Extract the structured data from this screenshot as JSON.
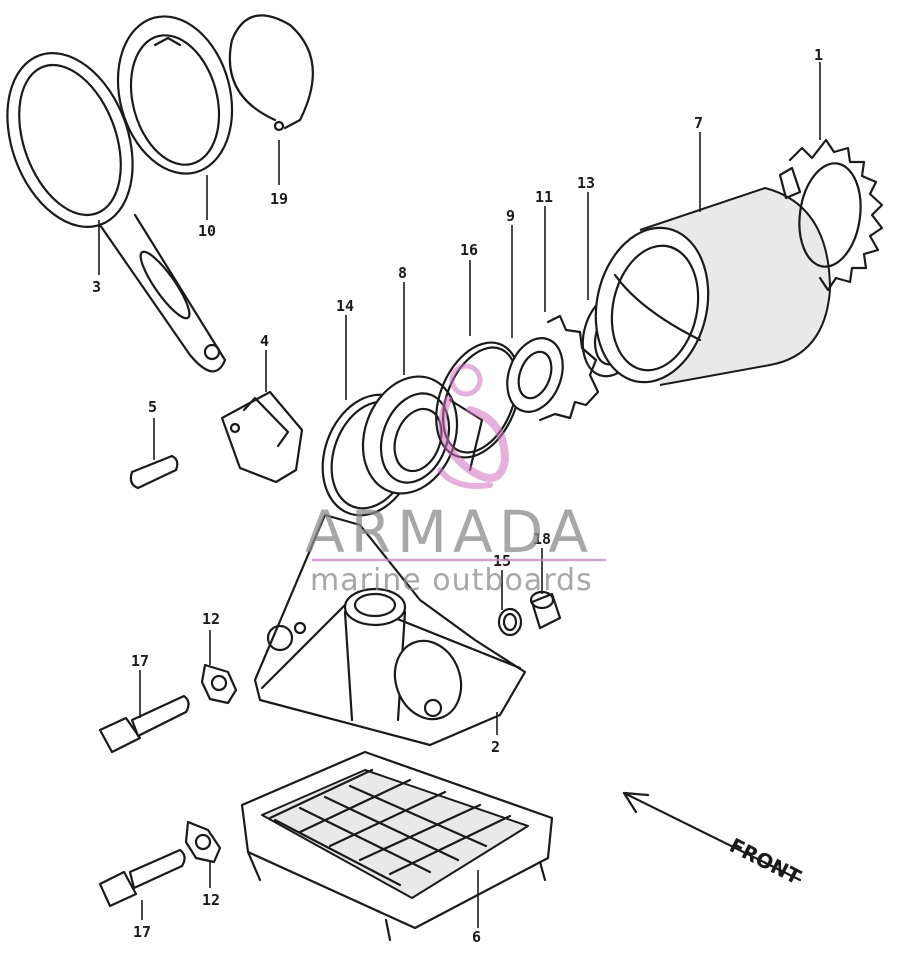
{
  "diagram": {
    "callouts": {
      "c1": "1",
      "c2": "2",
      "c3": "3",
      "c4": "4",
      "c5": "5",
      "c6": "6",
      "c7": "7",
      "c8": "8",
      "c9": "9",
      "c10": "10",
      "c11": "11",
      "c12a": "12",
      "c12b": "12",
      "c13": "13",
      "c14": "14",
      "c15": "15",
      "c16": "16",
      "c17a": "17",
      "c17b": "17",
      "c18": "18",
      "c19": "19"
    },
    "front_label": "FRONT"
  },
  "watermark": {
    "title": "ARMADA",
    "subtitle": "marine outboards",
    "accent_color": "#d070c0"
  }
}
